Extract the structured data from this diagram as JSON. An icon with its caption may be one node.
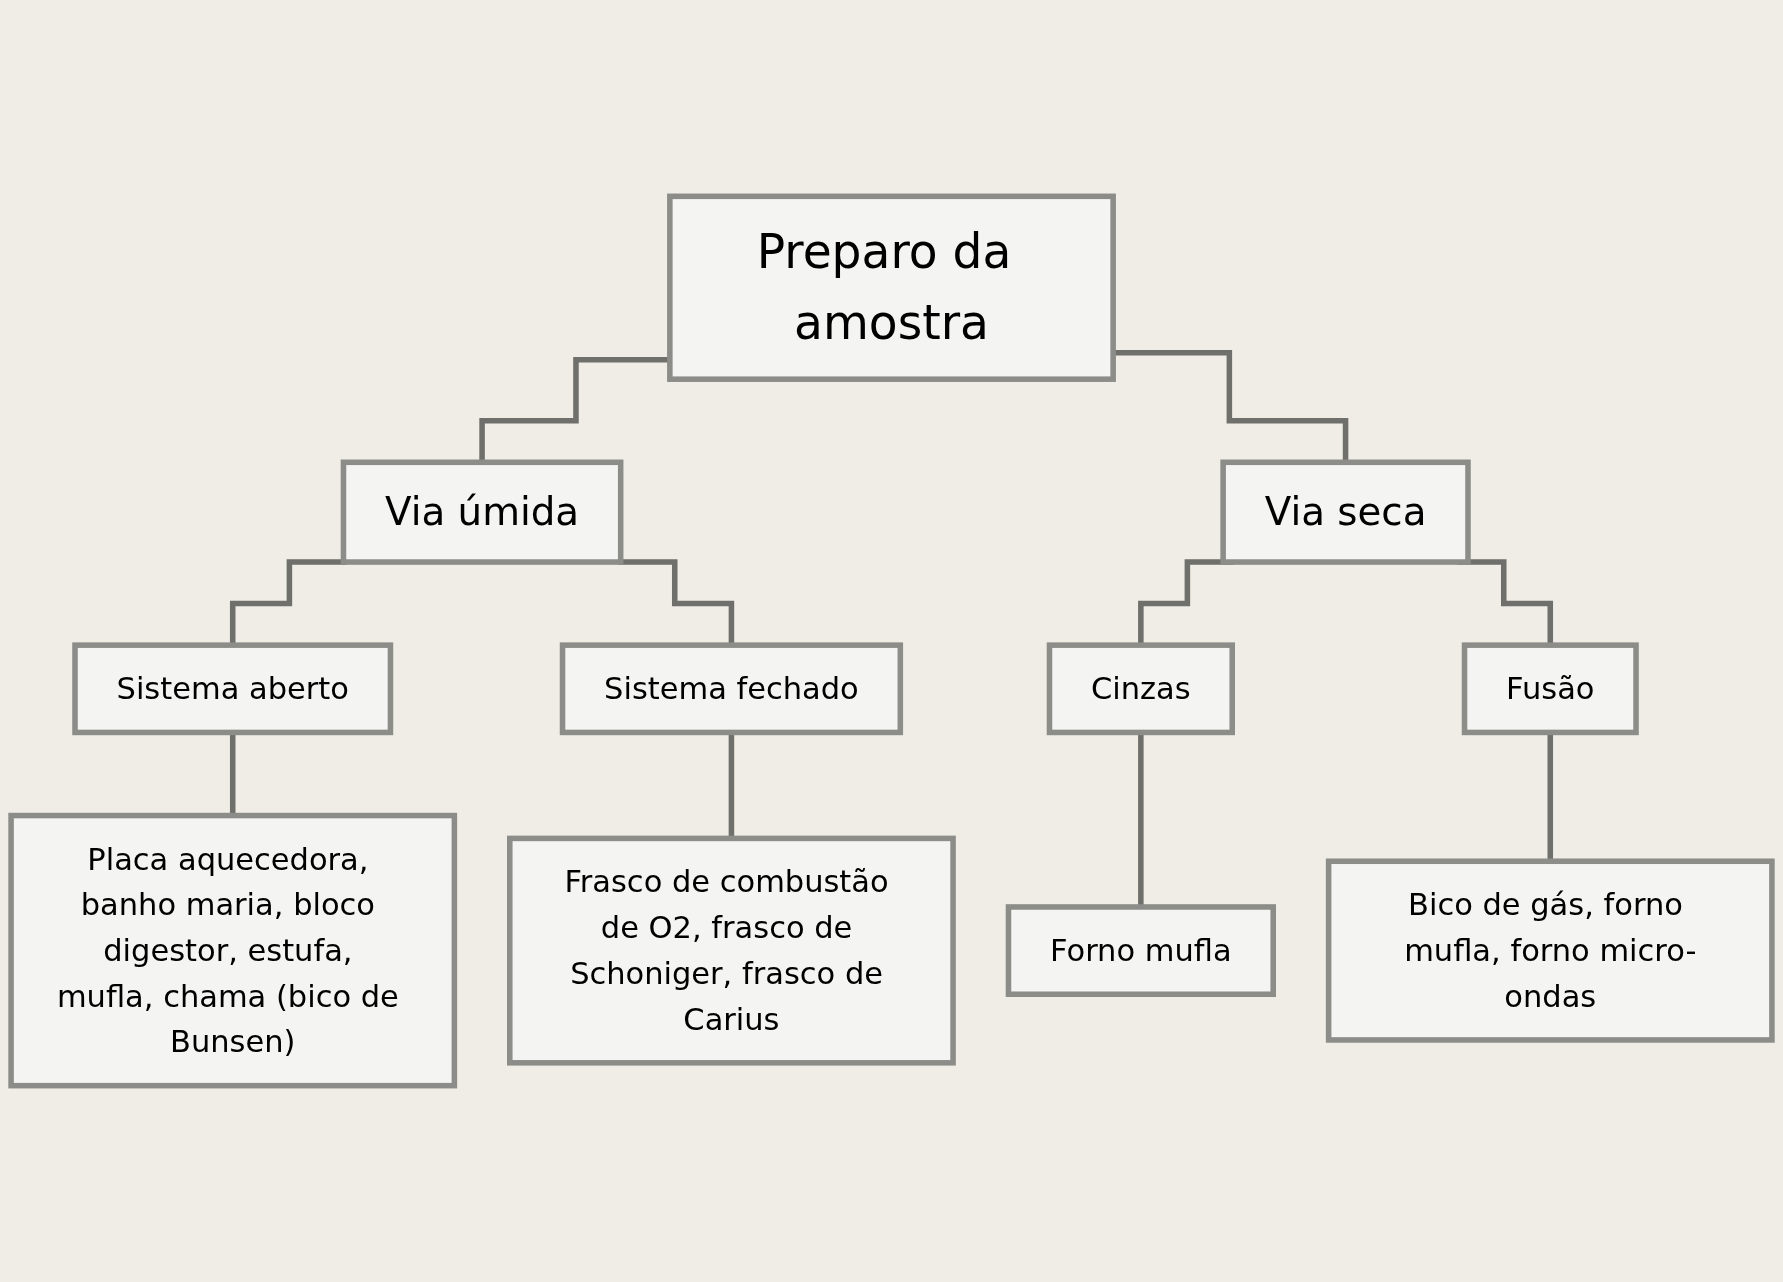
{
  "diagram": {
    "nodes": [
      {
        "text": [
          "Preparo da amostra"
        ]
      },
      {
        "text": [
          "Via úmida"
        ]
      },
      {
        "text": [
          "Via seca"
        ]
      },
      {
        "text": [
          "Sistema aberto"
        ]
      },
      {
        "text": [
          "Sistema fechado"
        ]
      },
      {
        "text": [
          "Cinzas"
        ]
      },
      {
        "text": [
          "Fusão"
        ]
      },
      {
        "text": [
          "Placa aquecedora, banho maria, bloco digestor, estufa, mufla, chama (bico de Bunsen)"
        ]
      },
      {
        "text": [
          "Frasco de combustão de O2, frasco de Schoniger, frasco de Carius"
        ]
      },
      {
        "text": [
          "Forno mufla"
        ]
      },
      {
        "text": [
          "Bico de gás, forno mufla, forno micro-ondas"
        ]
      }
    ],
    "edges": [
      {
        "from": 0,
        "to": 1,
        "arrow": "none"
      },
      {
        "from": 0,
        "to": 2,
        "arrow": "none"
      },
      {
        "from": 1,
        "to": 3,
        "arrow": "none"
      },
      {
        "from": 1,
        "to": 4,
        "arrow": "none"
      },
      {
        "from": 2,
        "to": 5,
        "arrow": "none"
      },
      {
        "from": 2,
        "to": 6,
        "arrow": "none"
      },
      {
        "from": 3,
        "to": 7,
        "arrow": "none"
      },
      {
        "from": 4,
        "to": 8,
        "arrow": "none"
      },
      {
        "from": 5,
        "to": 9,
        "arrow": "none"
      },
      {
        "from": 6,
        "to": 10,
        "arrow": "none"
      }
    ]
  }
}
